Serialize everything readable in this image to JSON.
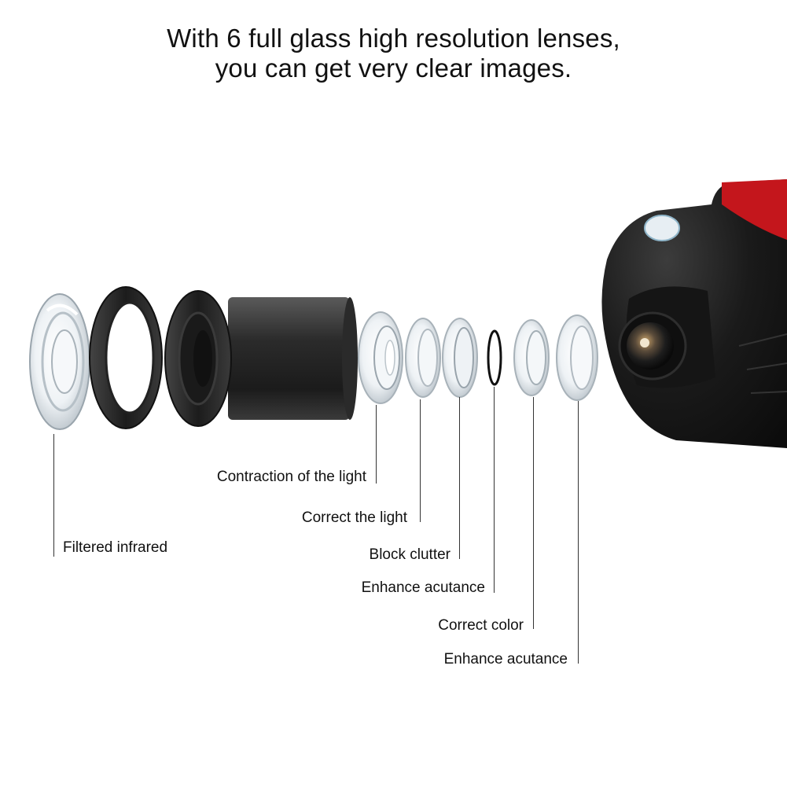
{
  "headline": {
    "line1": "With 6 full glass high resolution lenses,",
    "line2": "you can get very clear images."
  },
  "callouts": [
    {
      "id": "filtered-infrared",
      "label": "Filtered infrared"
    },
    {
      "id": "contraction-of-the-light",
      "label": "Contraction of the light"
    },
    {
      "id": "correct-the-light",
      "label": "Correct the light"
    },
    {
      "id": "block-clutter",
      "label": "Block clutter"
    },
    {
      "id": "enhance-acutance-1",
      "label": "Enhance acutance"
    },
    {
      "id": "correct-color",
      "label": "Correct color"
    },
    {
      "id": "enhance-acutance-2",
      "label": "Enhance acutance"
    }
  ],
  "colors": {
    "background": "#ffffff",
    "camera_body": "#1a1a1a",
    "mount_pad": "#c4161c",
    "lens_barrel": "#222222",
    "glass": "#e9eef2"
  }
}
